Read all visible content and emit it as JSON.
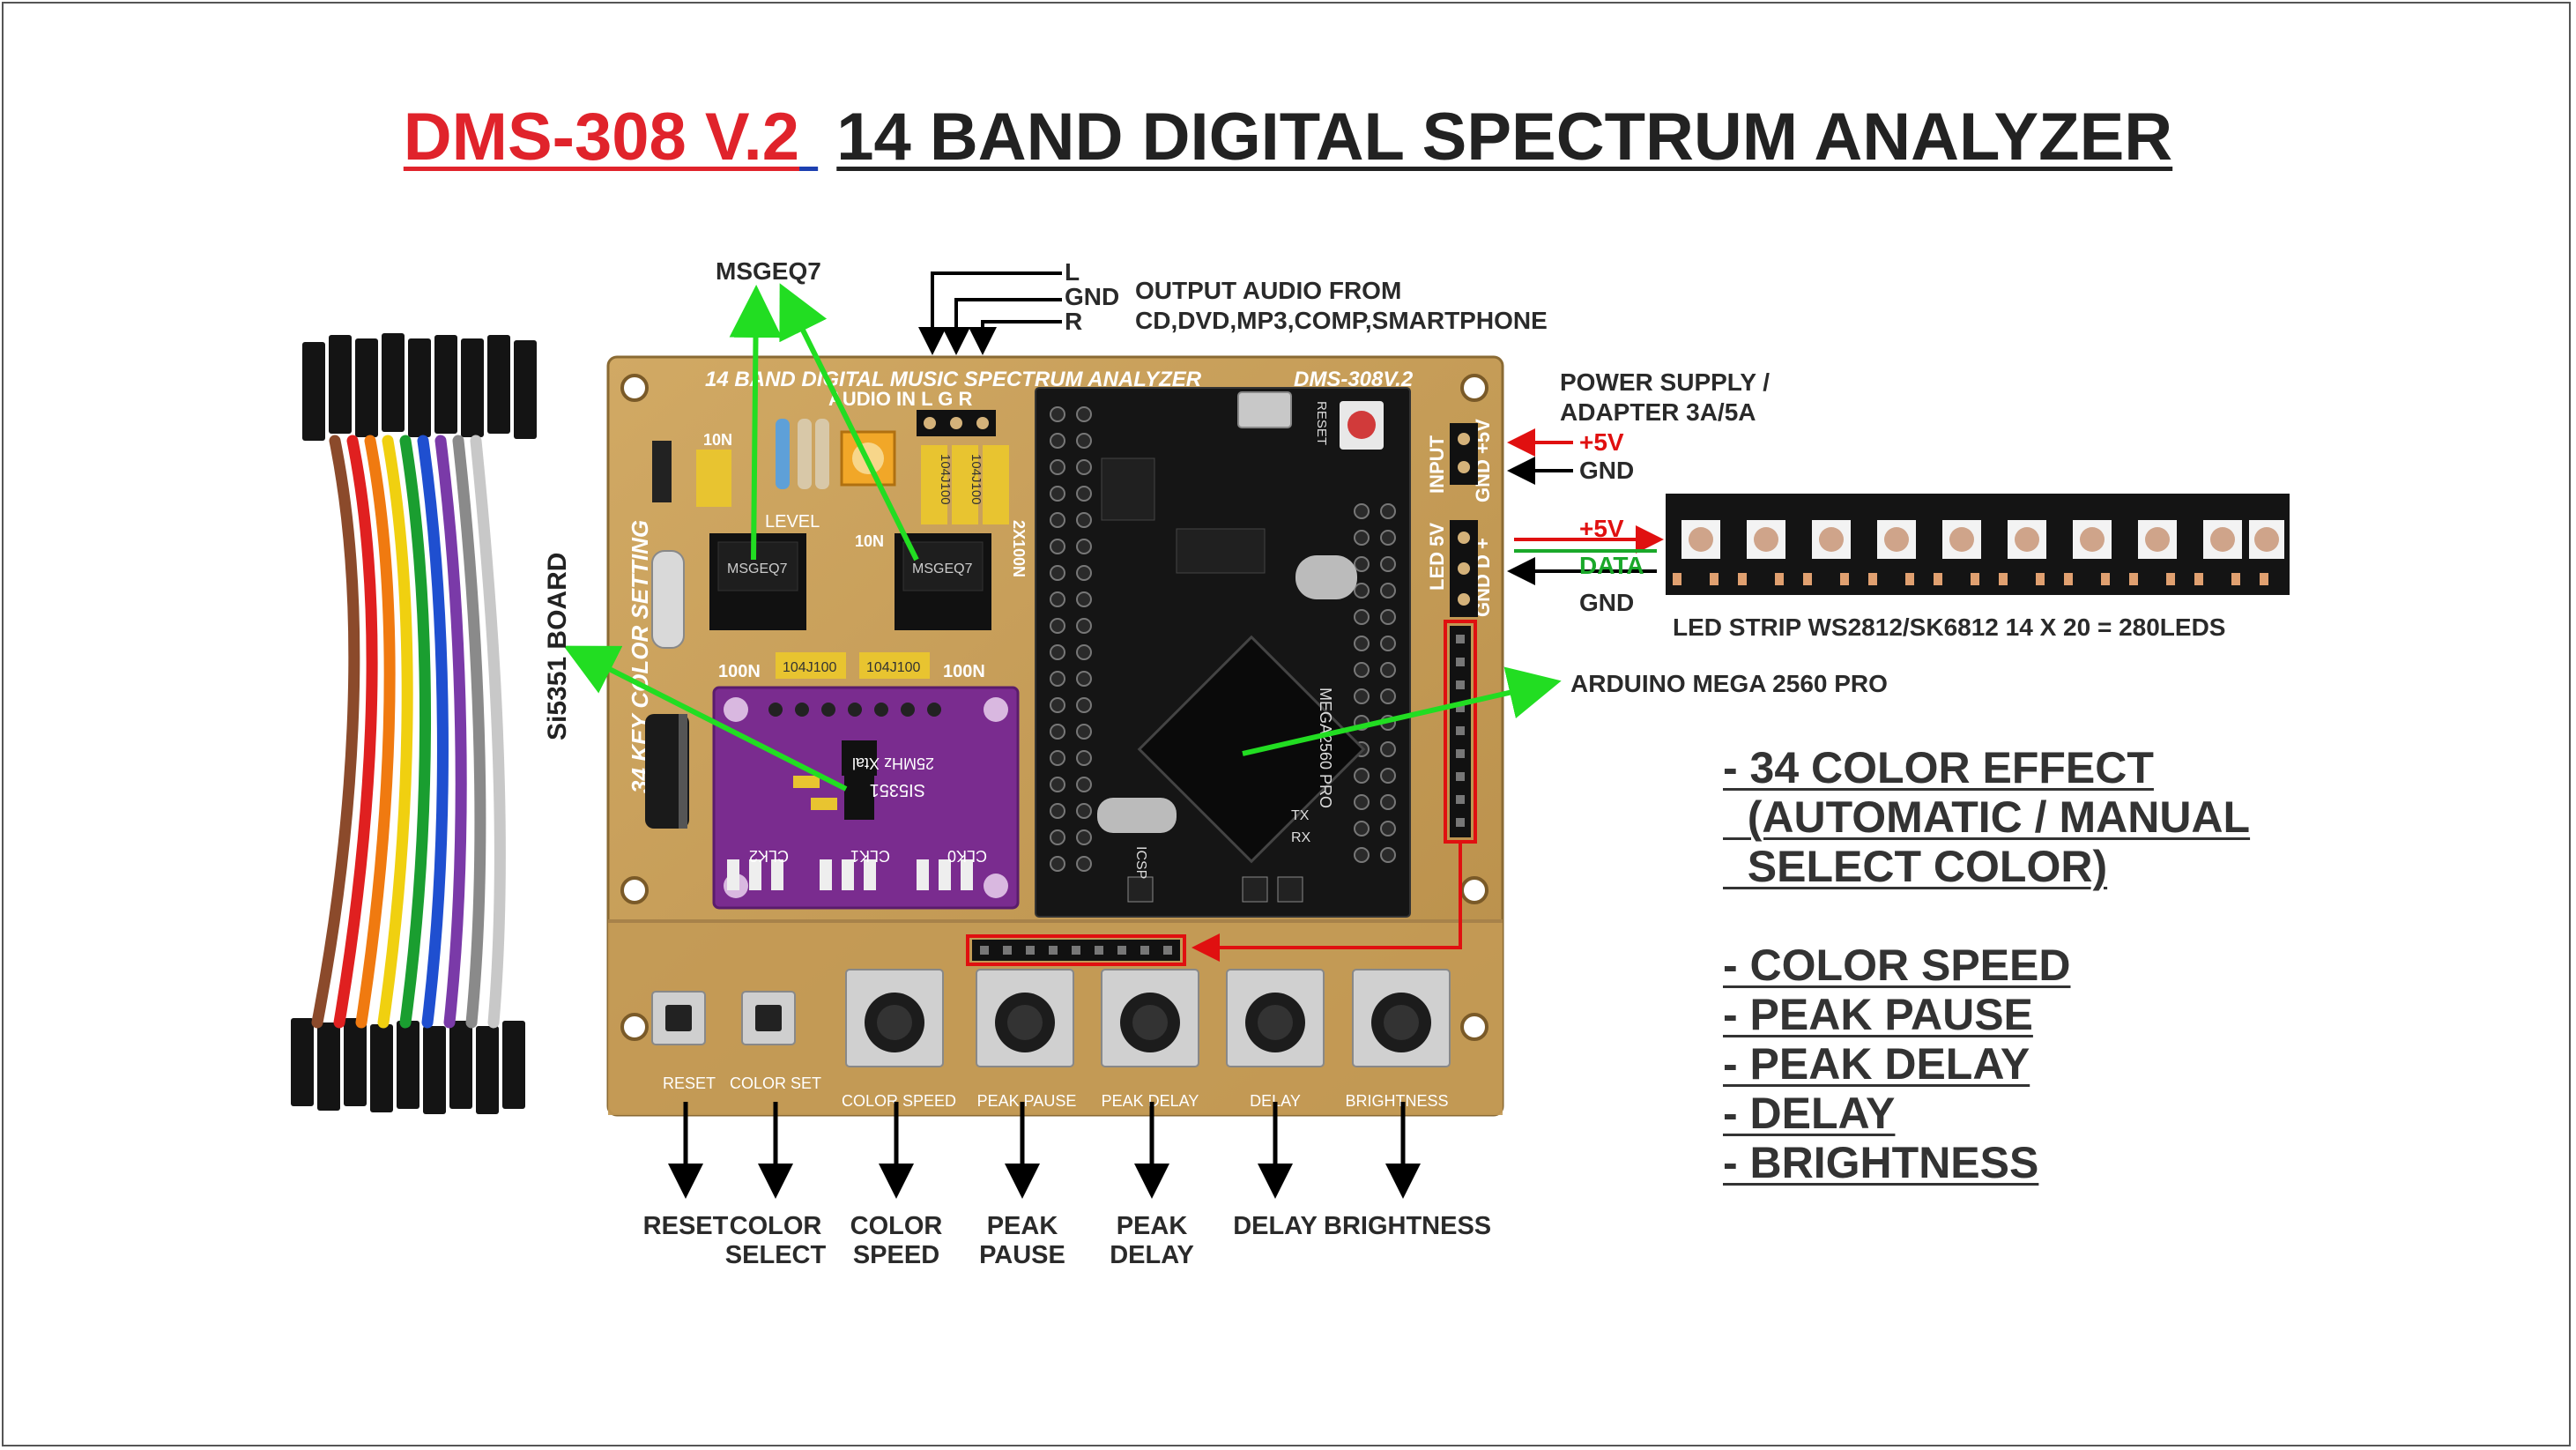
{
  "title": {
    "model": "DMS-308 V.2",
    "rest": "14 BAND DIGITAL SPECTRUM ANALYZER"
  },
  "labels": {
    "msgeq7": "MSGEQ7",
    "audio_l": "L",
    "audio_gnd": "GND",
    "audio_r": "R",
    "output_audio_1": "OUTPUT AUDIO FROM",
    "output_audio_2": "CD,DVD,MP3,COMP,SMARTPHONE",
    "power_1": "POWER SUPPLY /",
    "power_2": "ADAPTER 3A/5A",
    "plus5v_in": "+5V",
    "gnd_in": "GND",
    "plus5v_led": "+5V",
    "data_led": "DATA",
    "gnd_led": "GND",
    "led_strip": "LED STRIP WS2812/SK6812  14 X 20 = 280LEDS",
    "arduino": "ARDUINO MEGA 2560 PRO",
    "si5351": "Si5351 BOARD"
  },
  "board": {
    "header": "14 BAND DIGITAL MUSIC SPECTRUM ANALYZER",
    "model": "DMS-308V.2",
    "audio_in": "AUDIO IN  L  G  R",
    "level": "LEVEL",
    "key_color": "34 KEY COLOR SETTING",
    "input": "INPUT",
    "gnd5v": "GND +5V",
    "led5v": "LED 5V",
    "gnd_d_plus": "GND D +",
    "si5351_chip": "SI5351",
    "si5351_freq": "25MHz Xtal",
    "clk0": "CLK0",
    "clk1": "CLK1",
    "clk2": "CLK2",
    "msgeq7_chip1": "MSGEQ7",
    "msgeq7_chip2": "MSGEQ7",
    "cap_100n_1": "100N",
    "cap_100n_2": "100N",
    "cap_10n_1": "10N",
    "cap_10n_2": "10N",
    "cap_2x100n": "2X100N",
    "cap_104_1": "104J100",
    "cap_104_2": "104J100",
    "cap_104_3": "104J100",
    "cap_104_4": "104J100",
    "mega": "MEGA2560 PRO",
    "reset_btn": "RESET",
    "tx": "TX",
    "rx": "RX",
    "icsp": "ICSP",
    "pot_labels": [
      "RESET",
      "COLOR SET",
      "COLOR SPEED",
      "PEAK PAUSE",
      "PEAK DELAY",
      "DELAY",
      "BRIGHTNESS"
    ]
  },
  "bottom_labels": [
    {
      "line1": "RESET",
      "line2": ""
    },
    {
      "line1": "COLOR",
      "line2": "SELECT"
    },
    {
      "line1": "COLOR",
      "line2": "SPEED"
    },
    {
      "line1": "PEAK",
      "line2": "PAUSE"
    },
    {
      "line1": "PEAK",
      "line2": "DELAY"
    },
    {
      "line1": "DELAY",
      "line2": ""
    },
    {
      "line1": "BRIGHTNESS",
      "line2": ""
    }
  ],
  "features": [
    "- 34 COLOR EFFECT",
    "  (AUTOMATIC / MANUAL",
    "  SELECT COLOR)",
    "- COLOR SPEED",
    "- PEAK PAUSE",
    "- PEAK DELAY",
    "- DELAY",
    "- BRIGHTNESS"
  ],
  "colors": {
    "title_red": "#e0232b",
    "title_blue": "#1d3fb0",
    "pcb": "#c9a15a",
    "pcb_dark": "#a77f3a",
    "arduino": "#151515",
    "si5351": "#7a2c8f",
    "arrow_green": "#22dd22",
    "arrow_red": "#e01010",
    "arrow_black": "#000000"
  },
  "icons": {
    "jumper_wires": "rainbow-dupont-cable-icon",
    "led_strip": "led-strip-icon",
    "potentiometer": "rotary-potentiometer-icon",
    "push_button": "tactile-button-icon"
  }
}
